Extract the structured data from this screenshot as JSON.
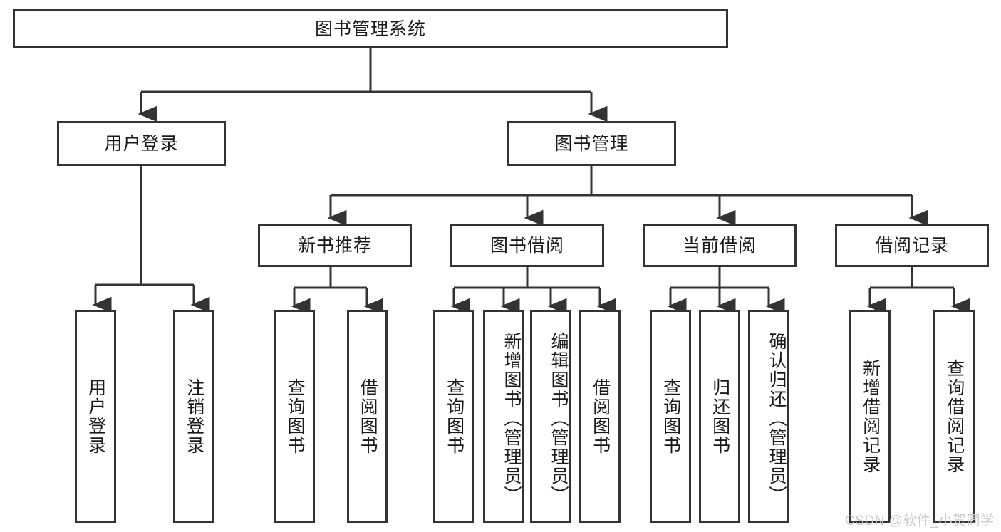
{
  "diagram": {
    "title": "图书管理系统",
    "type": "hierarchy-tree",
    "watermark": "CSDN @软件_小贺同学",
    "colors": {
      "border": "#333333",
      "background": "#ffffff",
      "text": "#1a1a1a",
      "watermark": "#c9c9c9"
    },
    "levels": {
      "root": {
        "label": "图书管理系统"
      },
      "level2": [
        {
          "id": "user-login",
          "label": "用户登录"
        },
        {
          "id": "book-manage",
          "label": "图书管理"
        }
      ],
      "level3": [
        {
          "id": "new-book-recommend",
          "label": "新书推荐",
          "parent": "book-manage"
        },
        {
          "id": "book-borrow",
          "label": "图书借阅",
          "parent": "book-manage"
        },
        {
          "id": "current-borrow",
          "label": "当前借阅",
          "parent": "book-manage"
        },
        {
          "id": "borrow-record",
          "label": "借阅记录",
          "parent": "book-manage"
        }
      ],
      "leaves": [
        {
          "id": "leaf-user-login",
          "label": "用户登录",
          "parent": "user-login"
        },
        {
          "id": "leaf-user-logout",
          "label": "注销登录",
          "parent": "user-login"
        },
        {
          "id": "leaf-query-book-1",
          "label": "查询图书",
          "parent": "new-book-recommend"
        },
        {
          "id": "leaf-borrow-book-1",
          "label": "借阅图书",
          "parent": "new-book-recommend"
        },
        {
          "id": "leaf-query-book-2",
          "label": "查询图书",
          "parent": "book-borrow"
        },
        {
          "id": "leaf-add-book",
          "label": "新增图书（管理员）",
          "parent": "book-borrow"
        },
        {
          "id": "leaf-edit-book",
          "label": "编辑图书（管理员）",
          "parent": "book-borrow"
        },
        {
          "id": "leaf-borrow-book-2",
          "label": "借阅图书",
          "parent": "book-borrow"
        },
        {
          "id": "leaf-query-book-3",
          "label": "查询图书",
          "parent": "current-borrow"
        },
        {
          "id": "leaf-return-book",
          "label": "归还图书",
          "parent": "current-borrow"
        },
        {
          "id": "leaf-confirm-return",
          "label": "确认归还（管理员）",
          "parent": "current-borrow"
        },
        {
          "id": "leaf-add-record",
          "label": "新增借阅记录",
          "parent": "borrow-record"
        },
        {
          "id": "leaf-query-record",
          "label": "查询借阅记录",
          "parent": "borrow-record"
        }
      ]
    }
  }
}
